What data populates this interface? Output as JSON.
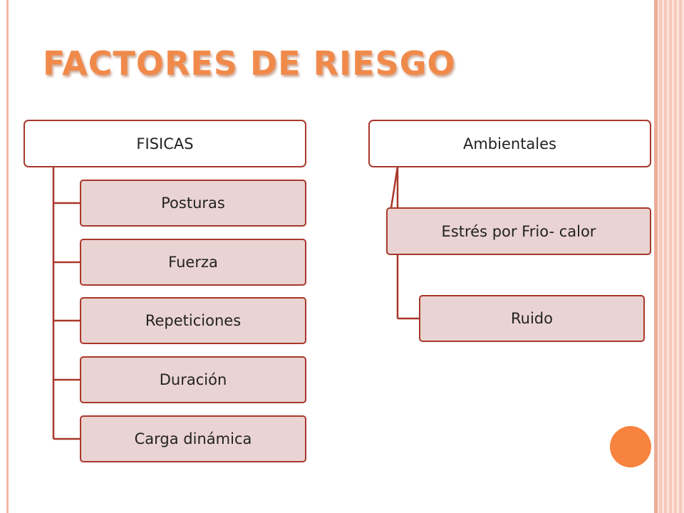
{
  "slide": {
    "title": "FACTORES DE RIESGO"
  },
  "diagram": {
    "left": {
      "parent": "FISICAS",
      "children": [
        "Posturas",
        "Fuerza",
        "Repeticiones",
        "Duración",
        "Carga dinámica"
      ]
    },
    "right": {
      "parent": "Ambientales",
      "children": [
        "Estrés por Frio- calor",
        "Ruido"
      ]
    }
  },
  "colors": {
    "title": "#f08a4b",
    "border": "#a8382a",
    "child_fill": "#ead3d3",
    "accent_circle": "#f7833f"
  }
}
